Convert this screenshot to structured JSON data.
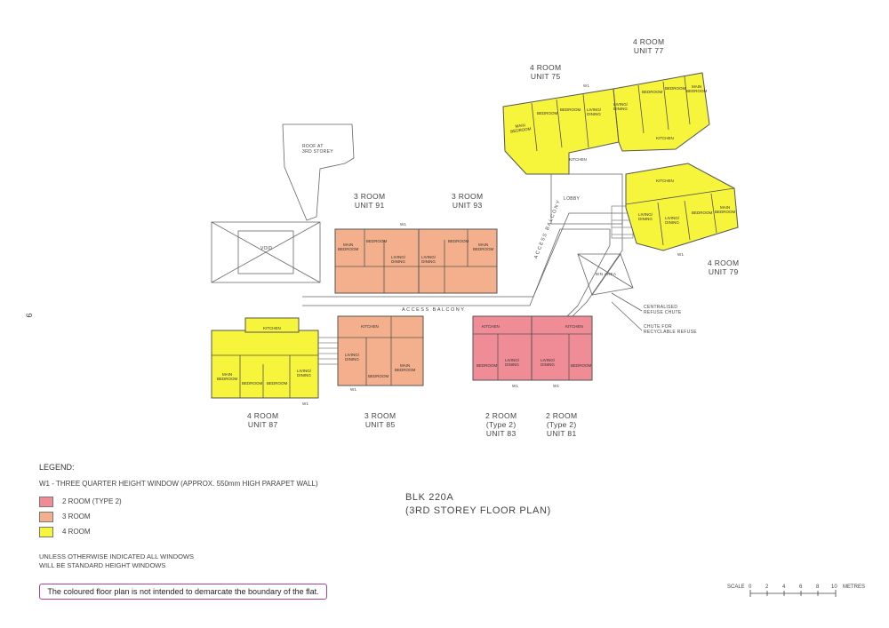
{
  "page_number": "9",
  "roof_label": "ROOF AT\n3RD STOREY",
  "void_label": "VOID",
  "lobby_label": "LOBBY",
  "access_balcony_h": "ACCESS BALCONY",
  "access_balcony_d": "ACCESS BALCONY",
  "bin_area": "BIN AREA",
  "chutes": {
    "centralised": "CENTRALISED\nREFUSE CHUTE",
    "recyclable": "CHUTE FOR\nRECYCLABLE REFUSE"
  },
  "window_tag": "W1",
  "units": [
    {
      "type": "3 ROOM",
      "unit": "UNIT 91"
    },
    {
      "type": "3 ROOM",
      "unit": "UNIT 93"
    },
    {
      "type": "4 ROOM",
      "unit": "UNIT 75"
    },
    {
      "type": "4 ROOM",
      "unit": "UNIT 77"
    },
    {
      "type": "4 ROOM",
      "unit": "UNIT 79"
    },
    {
      "type": "4 ROOM",
      "unit": "UNIT 87"
    },
    {
      "type": "3 ROOM",
      "unit": "UNIT 85"
    },
    {
      "type": "2 ROOM\n(Type 2)",
      "unit": "UNIT 83"
    },
    {
      "type": "2 ROOM\n(Type 2)",
      "unit": "UNIT 81"
    }
  ],
  "rooms": {
    "main_bedroom": "MAIN\nBEDROOM",
    "bedroom": "BEDROOM",
    "living_dining": "LIVING/\nDINING",
    "kitchen": "KITCHEN"
  },
  "legend": {
    "title": "LEGEND:",
    "w1": "W1  -  THREE QUARTER HEIGHT WINDOW (APPROX. 550mm HIGH PARAPET WALL)",
    "items": [
      {
        "label": "2 ROOM (TYPE 2)",
        "color": "#f08c96"
      },
      {
        "label": "3 ROOM",
        "color": "#f4b08c"
      },
      {
        "label": "4 ROOM",
        "color": "#f7f43c"
      }
    ],
    "note": "UNLESS OTHERWISE INDICATED ALL WINDOWS\nWILL BE STANDARD HEIGHT WINDOWS"
  },
  "disclaimer": "The coloured floor plan is not intended to demarcate the boundary of the flat.",
  "block_title": "BLK 220A\n(3RD STOREY FLOOR PLAN)",
  "scale": {
    "label": "SCALE",
    "ticks": [
      "0",
      "2",
      "4",
      "6",
      "8",
      "10"
    ],
    "unit": "METRES"
  },
  "colors": {
    "two_room": "#f08c96",
    "three_room": "#f4b08c",
    "four_room": "#f7f43c",
    "line": "#555555"
  }
}
